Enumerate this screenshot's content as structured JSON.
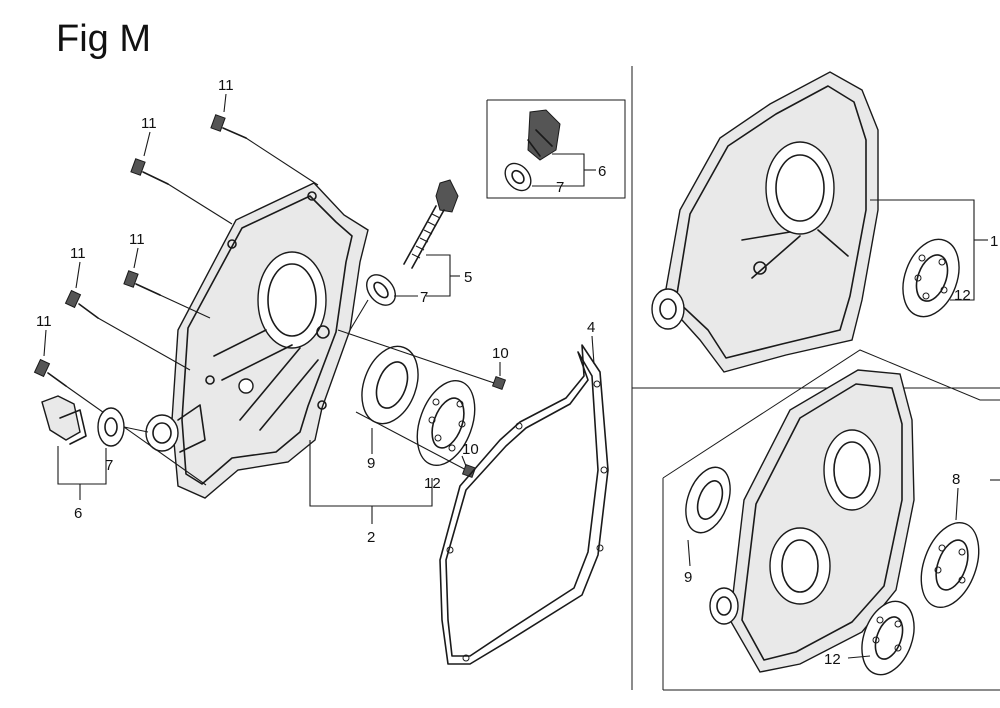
{
  "figure": {
    "title": "Fig M"
  },
  "callouts": {
    "c11a": "11",
    "c11b": "11",
    "c11c": "11",
    "c11d": "11",
    "c11e": "11",
    "c5": "5",
    "c7a": "7",
    "c4": "4",
    "c10a": "10",
    "c10b": "10",
    "c9a": "9",
    "c12a": "12",
    "c2": "2",
    "c7b": "7",
    "c6a": "6",
    "c6b": "6",
    "c7c": "7",
    "c1": "1",
    "c12b": "12",
    "c8": "8",
    "c9b": "9",
    "c12c": "12"
  }
}
